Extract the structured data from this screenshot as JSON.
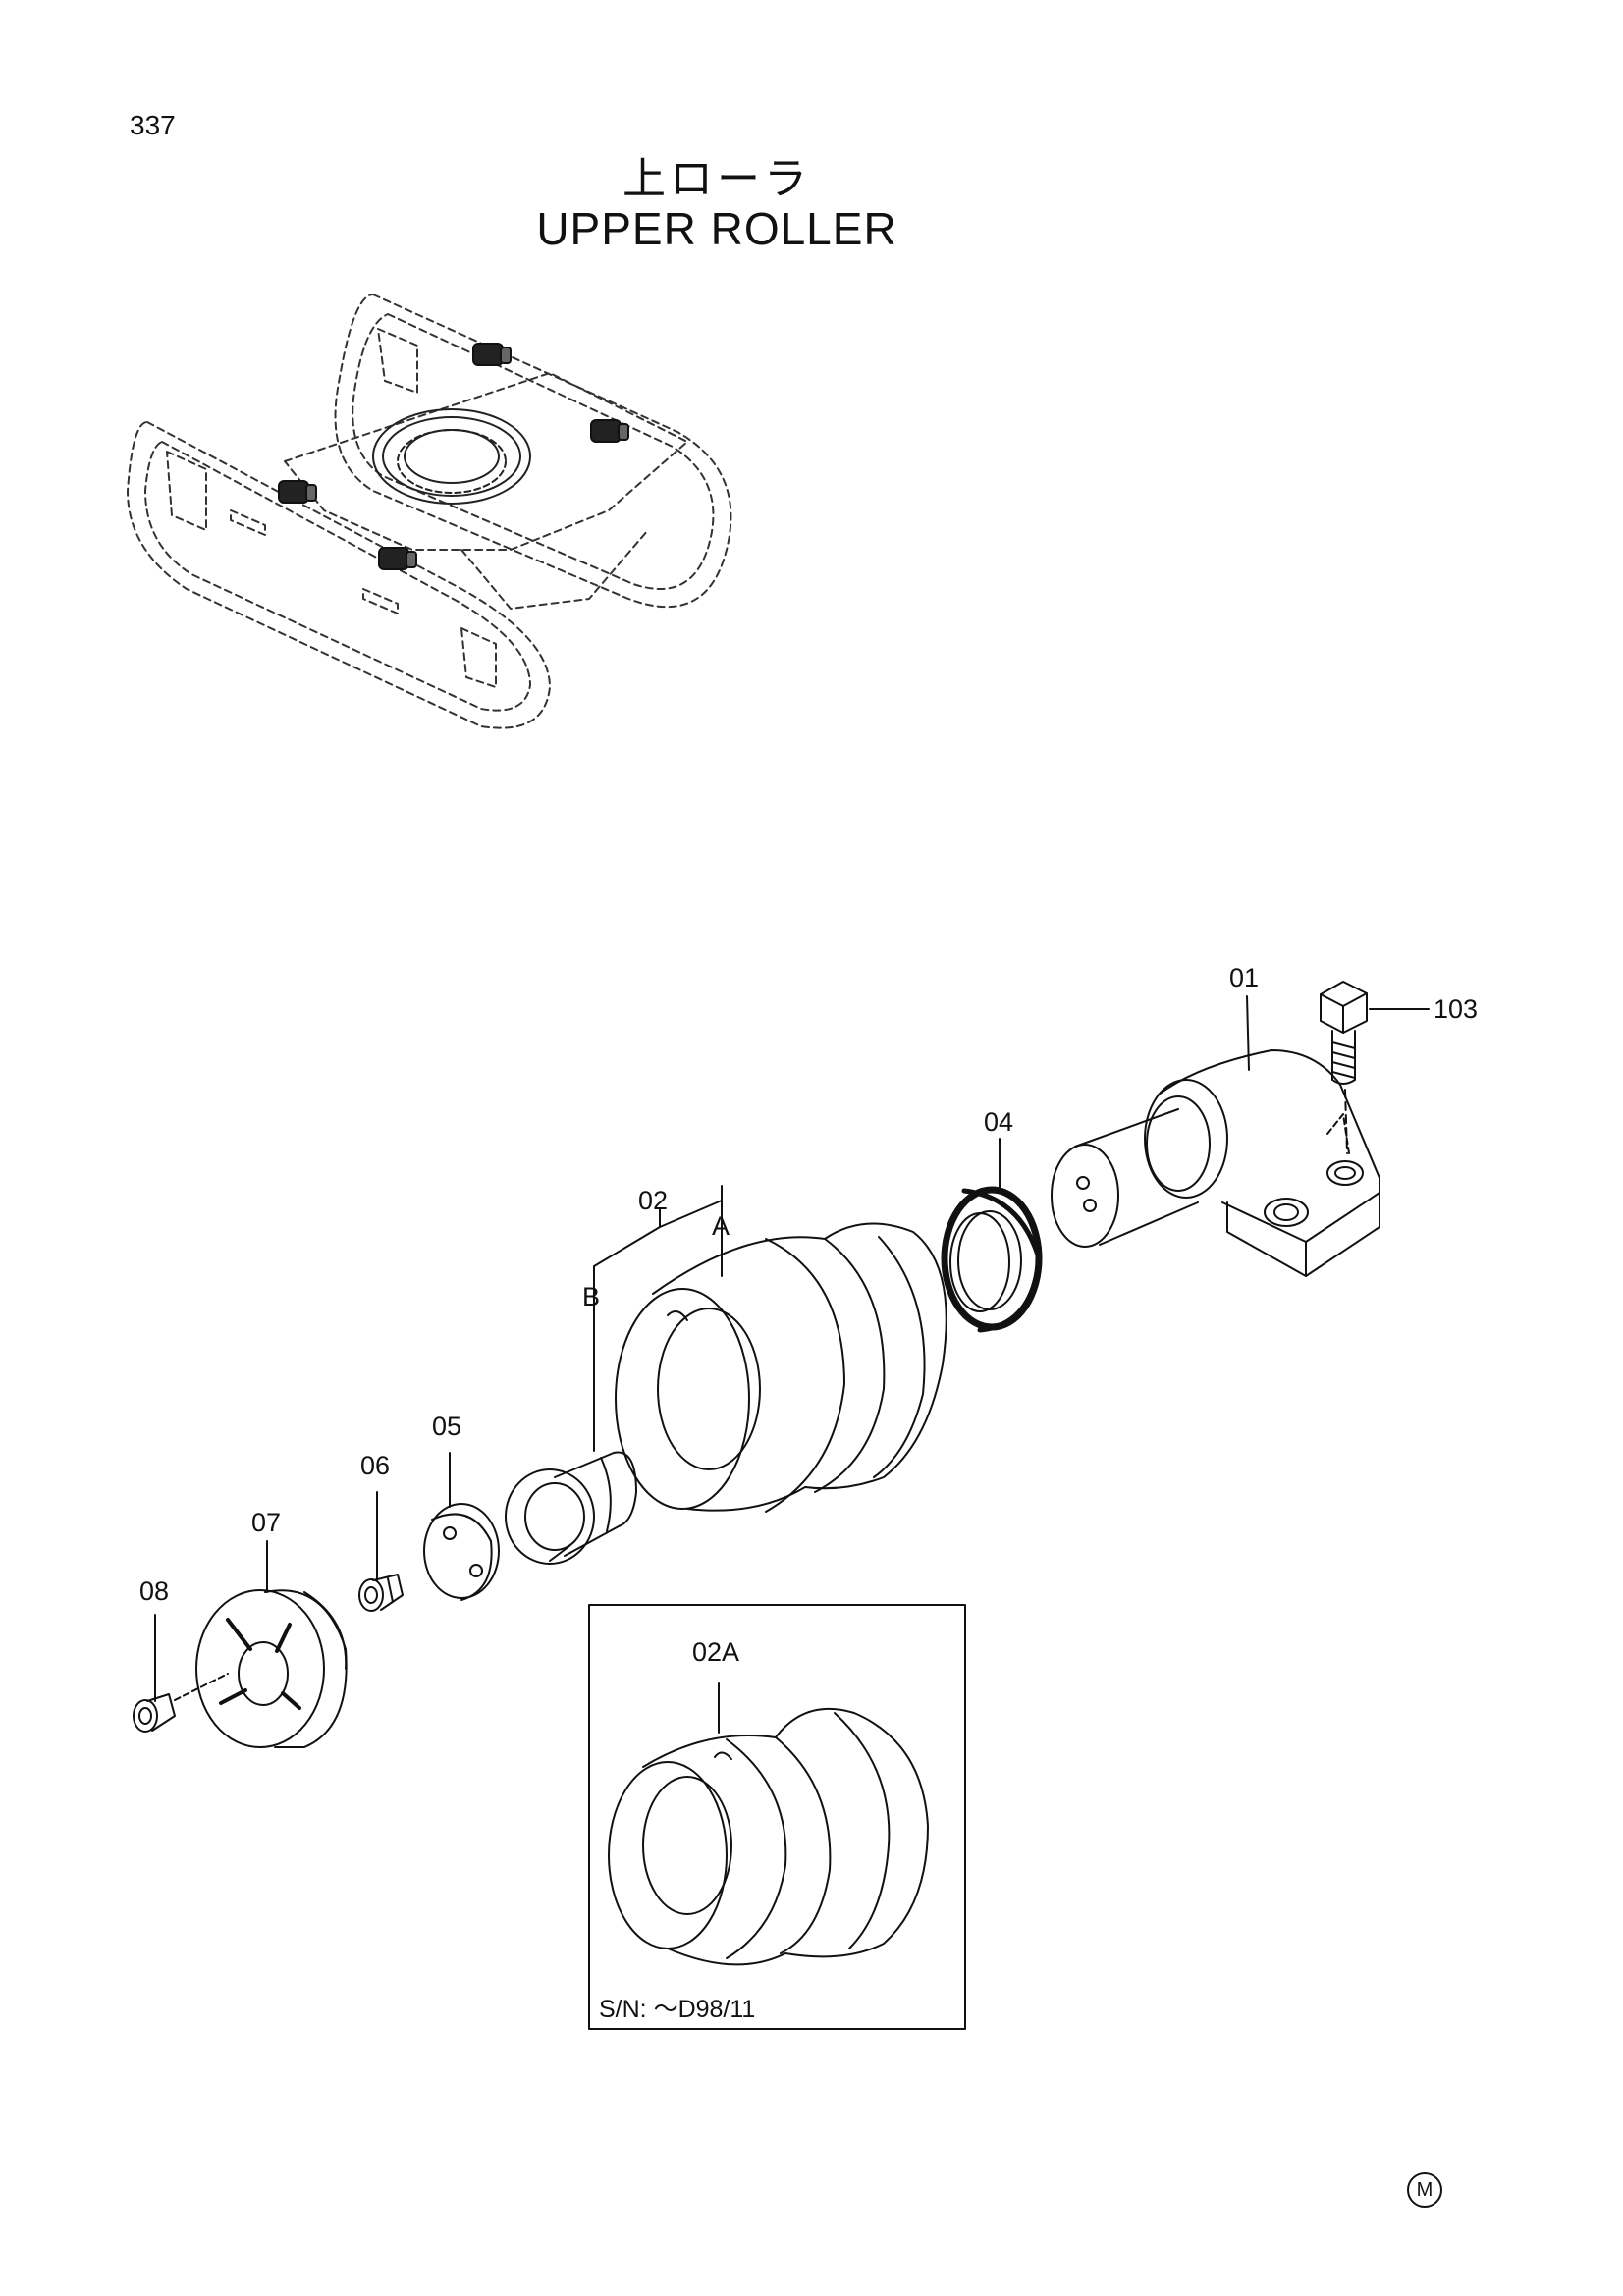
{
  "page": {
    "number": "337",
    "title_jp": "上ローラ",
    "title_en": "UPPER ROLLER",
    "mark": "M"
  },
  "labels": {
    "p01": "01",
    "p103": "103",
    "p04": "04",
    "p02": "02",
    "pA": "A",
    "pB": "B",
    "p05": "05",
    "p06": "06",
    "p07": "07",
    "p08": "08",
    "p02A": "02A"
  },
  "inset": {
    "serial_note": "S/N: ～D98/11"
  }
}
